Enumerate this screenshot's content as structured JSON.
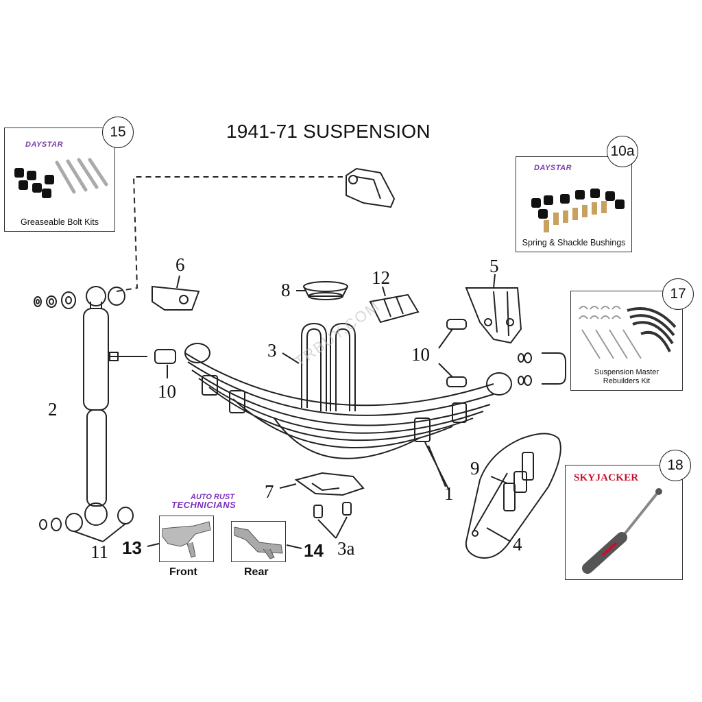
{
  "diagram": {
    "title": "1941-71 SUSPENSION",
    "watermark": "TRBUY.COM"
  },
  "callouts": {
    "c1": "1",
    "c2": "2",
    "c3": "3",
    "c3a": "3a",
    "c4": "4",
    "c5": "5",
    "c6": "6",
    "c7": "7",
    "c8": "8",
    "c9": "9",
    "c10_left": "10",
    "c10_right": "10",
    "c11": "11",
    "c12": "12",
    "c13": "13",
    "c14": "14"
  },
  "kits": {
    "bolt_kits": {
      "badge": "15",
      "brand": "DAYSTAR",
      "caption": "Greaseable Bolt Kits"
    },
    "bushings": {
      "badge": "10a",
      "brand": "DAYSTAR",
      "caption": "Spring & Shackle Bushings"
    },
    "rebuilders": {
      "badge": "17",
      "caption_line1": "Suspension Master",
      "caption_line2": "Rebuilders Kit"
    },
    "shock": {
      "badge": "18",
      "brand": "SKYJACKER"
    }
  },
  "rust_section": {
    "brand_line1": "AUTO RUST",
    "brand_line2": "TECHNICIANS",
    "front_label": "Front",
    "rear_label": "Rear"
  },
  "colors": {
    "brand_purple": "#7a3db0",
    "skyjacker_red": "#c8102e",
    "line": "#222222"
  }
}
